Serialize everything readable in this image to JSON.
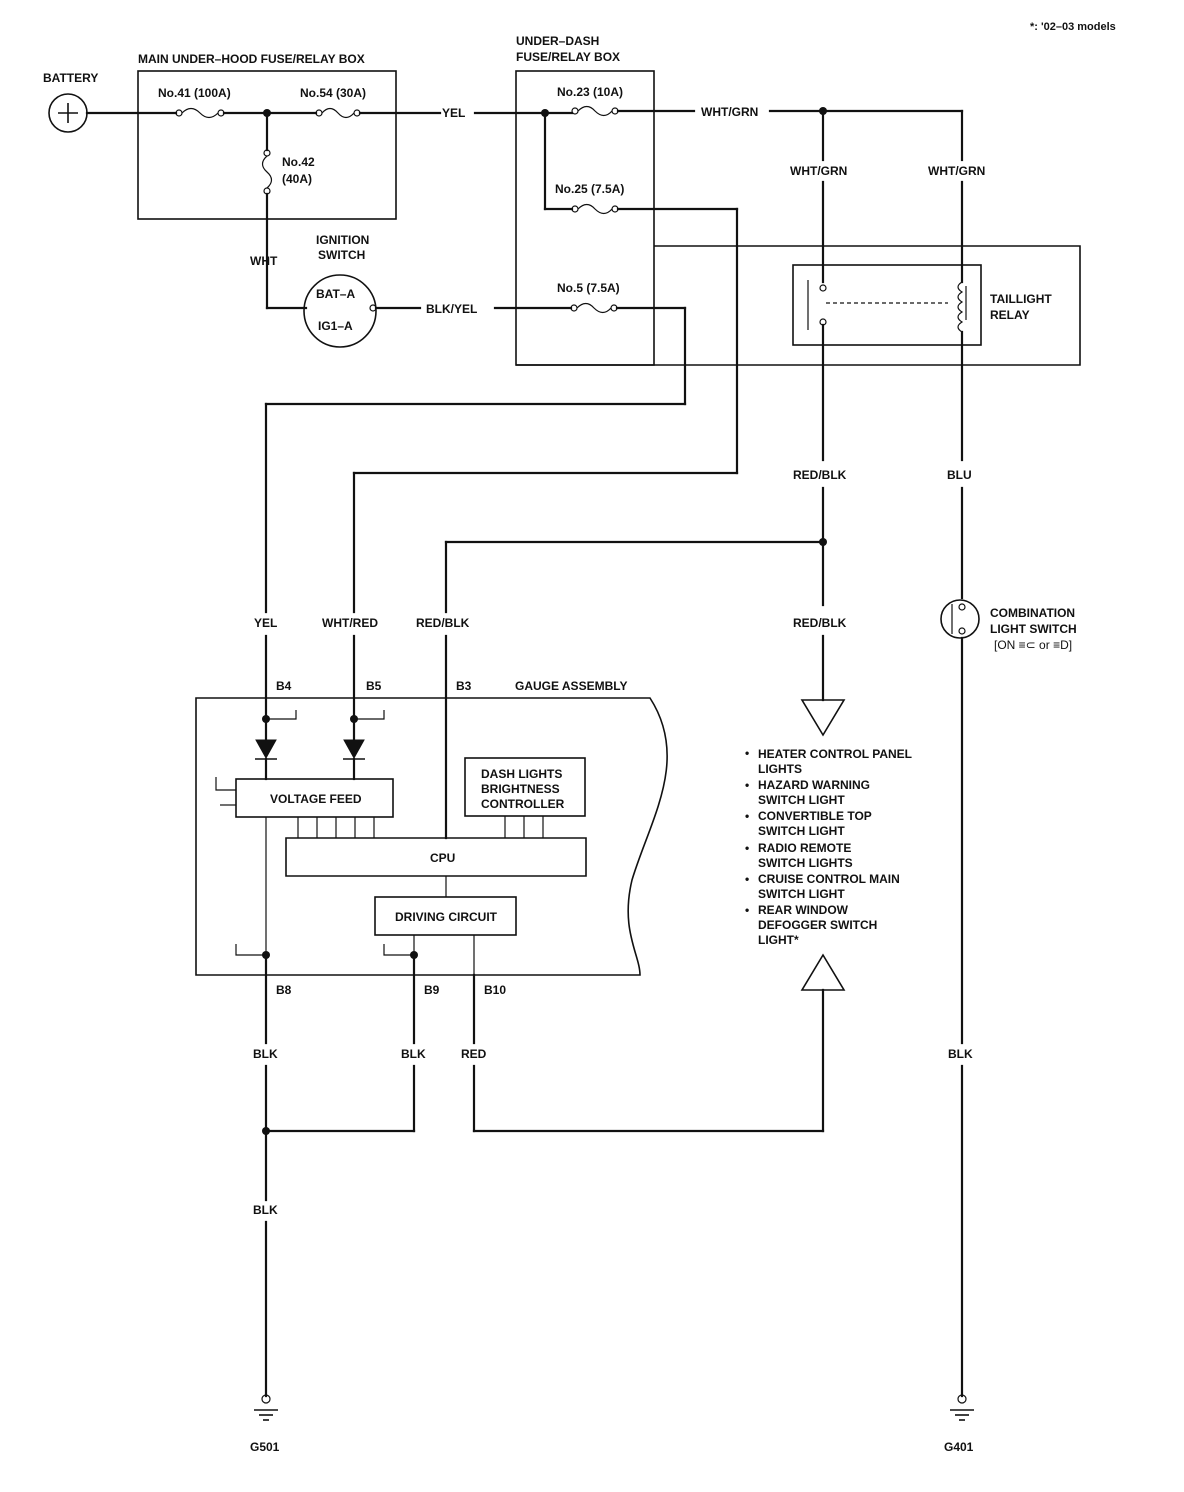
{
  "note": "*: '02–03 models",
  "battery": {
    "label": "BATTERY"
  },
  "underhood_box": {
    "title": "MAIN UNDER–HOOD FUSE/RELAY BOX",
    "fuse_41": "No.41 (100A)",
    "fuse_54": "No.54 (30A)",
    "fuse_42_line1": "No.42",
    "fuse_42_line2": "(40A)"
  },
  "underdash_box": {
    "title_line1": "UNDER–DASH",
    "title_line2": "FUSE/RELAY BOX",
    "fuse_23": "No.23 (10A)",
    "fuse_25": "No.25 (7.5A)",
    "fuse_5": "No.5 (7.5A)"
  },
  "ignition_switch": {
    "title_line1": "IGNITION",
    "title_line2": "SWITCH",
    "bat_terminal": "BAT–A",
    "ig_terminal": "IG1–A"
  },
  "taillight_relay": {
    "line1": "TAILLIGHT",
    "line2": "RELAY"
  },
  "combination_switch": {
    "line1": "COMBINATION",
    "line2": "LIGHT SWITCH",
    "line3": "[ON ≡⊂ or ≡D]"
  },
  "gauge_assembly": {
    "title": "GAUGE ASSEMBLY",
    "voltage_feed": "VOLTAGE FEED",
    "dash_controller_line1": "DASH LIGHTS",
    "dash_controller_line2": "BRIGHTNESS",
    "dash_controller_line3": "CONTROLLER",
    "cpu": "CPU",
    "driving_circuit": "DRIVING CIRCUIT"
  },
  "pins": {
    "b4": "B4",
    "b5": "B5",
    "b3": "B3",
    "b8": "B8",
    "b9": "B9",
    "b10": "B10"
  },
  "wires": {
    "yel_top": "YEL",
    "wht_grn_top": "WHT/GRN",
    "wht_grn_left": "WHT/GRN",
    "wht_grn_right": "WHT/GRN",
    "wht": "WHT",
    "blk_yel": "BLK/YEL",
    "red_blk_upper": "RED/BLK",
    "blu": "BLU",
    "yel_mid": "YEL",
    "wht_red": "WHT/RED",
    "red_blk_mid": "RED/BLK",
    "red_blk_right": "RED/BLK",
    "blk_b8": "BLK",
    "blk_b9": "BLK",
    "red_b10": "RED",
    "blk_lower": "BLK",
    "blk_right": "BLK"
  },
  "loads": [
    {
      "line1": "HEATER CONTROL PANEL",
      "line2": "LIGHTS"
    },
    {
      "line1": "HAZARD WARNING",
      "line2": "SWITCH LIGHT"
    },
    {
      "line1": "CONVERTIBLE TOP",
      "line2": "SWITCH LIGHT"
    },
    {
      "line1": "RADIO REMOTE",
      "line2": "SWITCH LIGHTS"
    },
    {
      "line1": "CRUISE CONTROL MAIN",
      "line2": "SWITCH LIGHT"
    },
    {
      "line1": "REAR WINDOW",
      "line2": "DEFOGGER SWITCH",
      "line3": "LIGHT*"
    }
  ],
  "grounds": {
    "g501": "G501",
    "g401": "G401"
  }
}
